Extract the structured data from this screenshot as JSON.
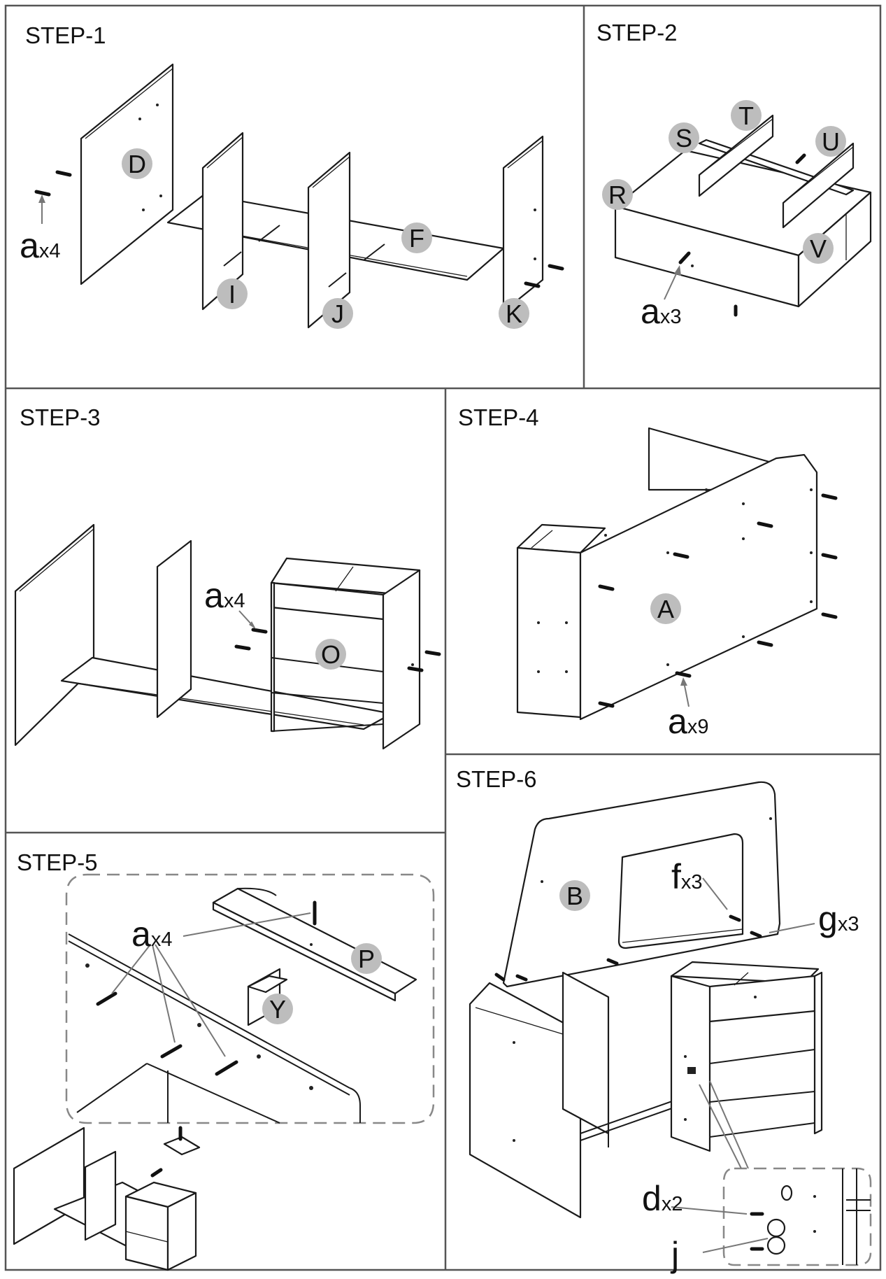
{
  "steps": [
    {
      "id": "step1",
      "title": "STEP-1"
    },
    {
      "id": "step2",
      "title": "STEP-2"
    },
    {
      "id": "step3",
      "title": "STEP-3"
    },
    {
      "id": "step4",
      "title": "STEP-4"
    },
    {
      "id": "step5",
      "title": "STEP-5"
    },
    {
      "id": "step6",
      "title": "STEP-6"
    }
  ],
  "part_labels": {
    "step1": [
      "D",
      "I",
      "J",
      "F",
      "K"
    ],
    "step2": [
      "T",
      "S",
      "U",
      "R",
      "V"
    ],
    "step3": [
      "O"
    ],
    "step4": [
      "A"
    ],
    "step5": [
      "P",
      "Y"
    ],
    "step6": [
      "B"
    ]
  },
  "hardware_callouts": {
    "step1": {
      "letter": "a",
      "mult": "x4"
    },
    "step2": {
      "letter": "a",
      "mult": "x3"
    },
    "step3": {
      "letter": "a",
      "mult": "x4"
    },
    "step4": {
      "letter": "a",
      "mult": "x9"
    },
    "step5": {
      "letter": "a",
      "mult": "x4"
    },
    "step6": [
      {
        "letter": "f",
        "mult": "x3"
      },
      {
        "letter": "g",
        "mult": "x3"
      },
      {
        "letter": "d",
        "mult": "x2"
      },
      {
        "letter": "j",
        "mult": ""
      }
    ]
  }
}
